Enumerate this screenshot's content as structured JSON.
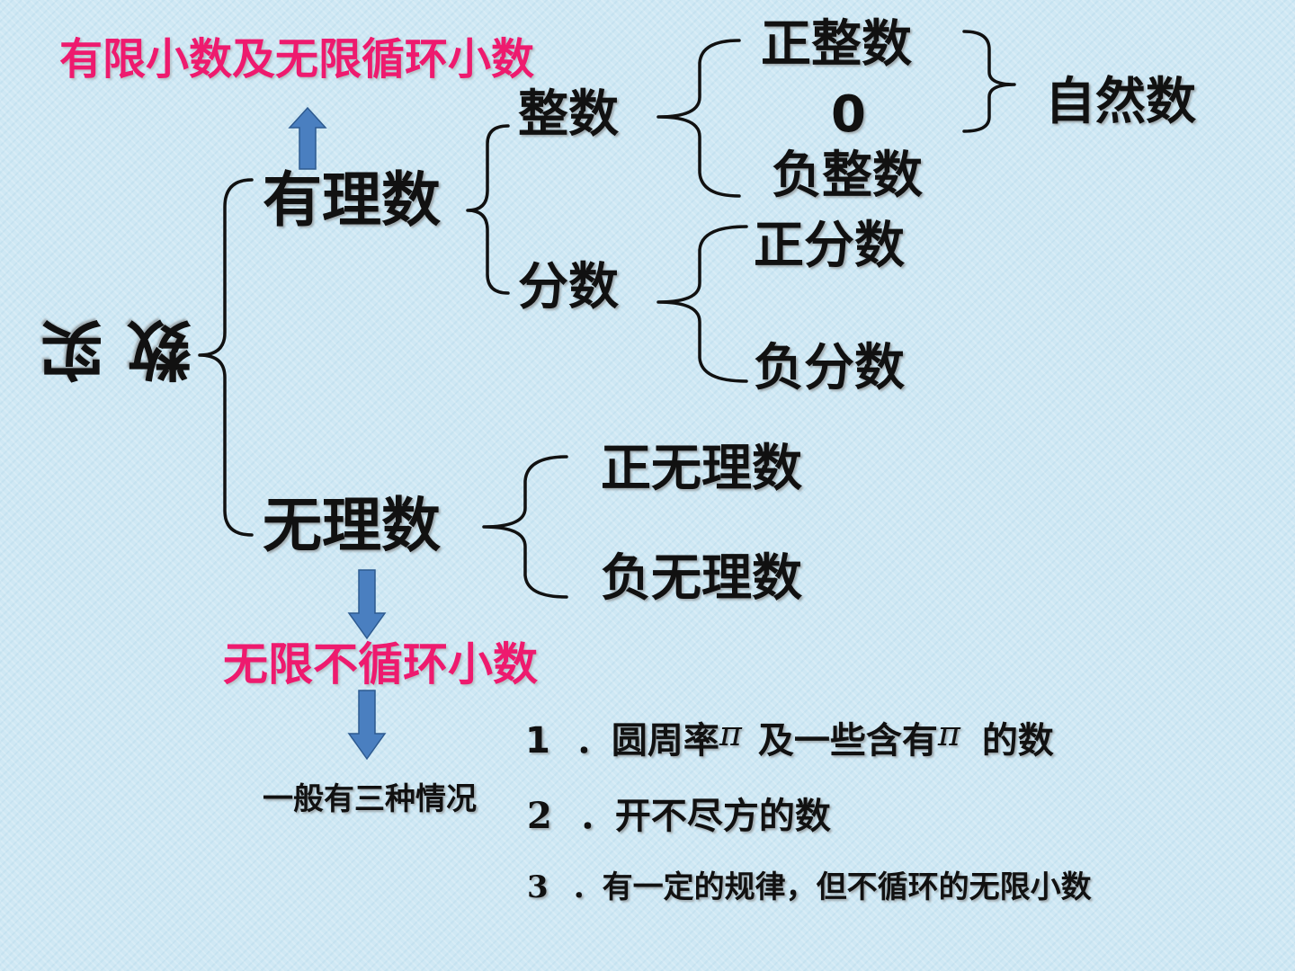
{
  "root": "数 实",
  "rational": {
    "label": "有理数",
    "note": "有限小数及无限循环小数",
    "integer": {
      "label": "整数",
      "items": [
        "正整数",
        "0",
        "负整数"
      ],
      "natural_group": "自然数"
    },
    "fraction": {
      "label": "分数",
      "items": [
        "正分数",
        "负分数"
      ]
    }
  },
  "irrational": {
    "label": "无理数",
    "items": [
      "正无理数",
      "负无理数"
    ],
    "note": "无限不循环小数",
    "cases_title": "一般有三种情况",
    "cases": [
      {
        "num": "1",
        "parts": [
          "．圆周率",
          "π",
          "及一些含有",
          "π",
          "的数"
        ]
      },
      {
        "num": "2",
        "text": "．开不尽方的数"
      },
      {
        "num": "3",
        "text": "．有一定的规律，但不循环的无限小数"
      }
    ]
  },
  "colors": {
    "accent": "#ee1a6e",
    "arrow": "#4a7fc0",
    "background": "#cfe8f4"
  }
}
